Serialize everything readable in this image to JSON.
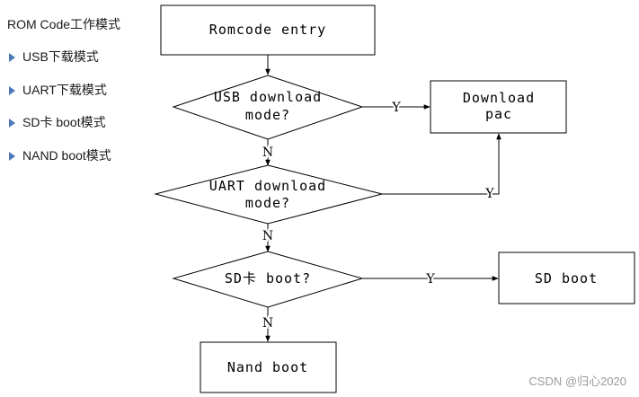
{
  "sidebar": {
    "title": "ROM Code工作模式",
    "items": [
      "USB下载模式",
      "UART下载模式",
      "SD卡 boot模式",
      "NAND boot模式"
    ]
  },
  "flow": {
    "start": "Romcode entry",
    "usb_decision": [
      "USB download",
      "mode?"
    ],
    "uart_decision": [
      "UART download",
      "mode?"
    ],
    "sd_decision": "SD卡 boot?",
    "download": [
      "Download",
      "pac"
    ],
    "sd_boot": "SD boot",
    "nand_boot": "Nand boot",
    "yes": "Y",
    "no": "N"
  },
  "watermark": "CSDN @归心2020",
  "colors": {
    "bullet": "#4a78b8",
    "line": "#000000"
  }
}
